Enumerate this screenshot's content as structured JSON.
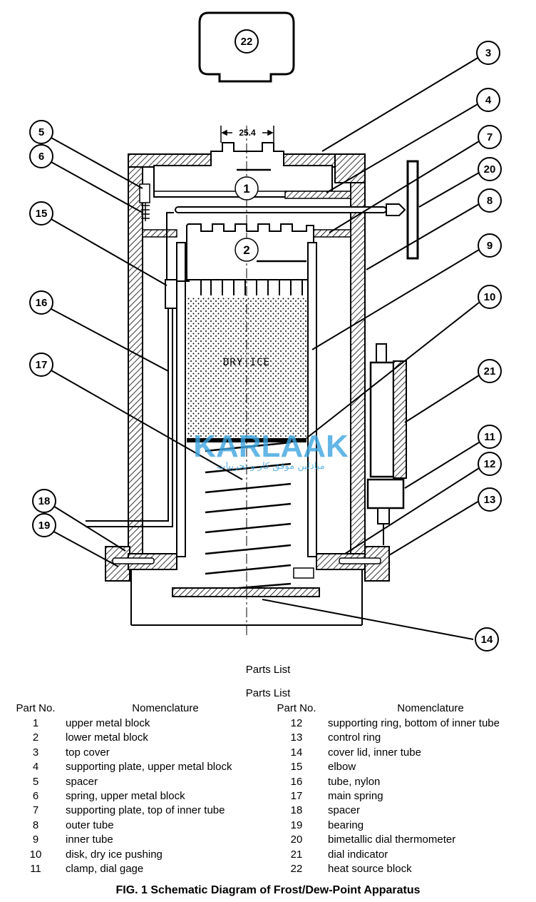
{
  "diagram": {
    "dimension_label": "25.4",
    "inner_labels": {
      "upper_block": "1",
      "lower_block": "2"
    },
    "dry_ice_label": "DRY ICE",
    "watermark": {
      "text": "KARLAAK",
      "subtext": "مبادلین موفق کار و تجربیات",
      "color": "#3da5e0",
      "accent": "#f0a020"
    },
    "callouts": [
      "22",
      "3",
      "4",
      "5",
      "6",
      "7",
      "20",
      "8",
      "15",
      "9",
      "16",
      "10",
      "17",
      "21",
      "11",
      "12",
      "18",
      "13",
      "19",
      "14"
    ]
  },
  "parts_list": {
    "title": "Parts List",
    "subtitle": "Parts List",
    "headers": {
      "part_no": "Part No.",
      "nomenclature": "Nomenclature"
    },
    "left": [
      {
        "no": "1",
        "name": "upper metal block"
      },
      {
        "no": "2",
        "name": "lower metal block"
      },
      {
        "no": "3",
        "name": "top cover"
      },
      {
        "no": "4",
        "name": "supporting plate, upper metal block"
      },
      {
        "no": "5",
        "name": "spacer"
      },
      {
        "no": "6",
        "name": "spring, upper metal block"
      },
      {
        "no": "7",
        "name": "supporting plate, top of inner tube"
      },
      {
        "no": "8",
        "name": "outer tube"
      },
      {
        "no": "9",
        "name": "inner tube"
      },
      {
        "no": "10",
        "name": "disk, dry ice pushing"
      },
      {
        "no": "11",
        "name": "clamp, dial gage"
      }
    ],
    "right": [
      {
        "no": "12",
        "name": "supporting ring, bottom of inner tube"
      },
      {
        "no": "13",
        "name": "control ring"
      },
      {
        "no": "14",
        "name": "cover lid, inner tube"
      },
      {
        "no": "15",
        "name": "elbow"
      },
      {
        "no": "16",
        "name": "tube, nylon"
      },
      {
        "no": "17",
        "name": "main spring"
      },
      {
        "no": "18",
        "name": "spacer"
      },
      {
        "no": "19",
        "name": "bearing"
      },
      {
        "no": "20",
        "name": "bimetallic dial thermometer"
      },
      {
        "no": "21",
        "name": "dial indicator"
      },
      {
        "no": "22",
        "name": "heat source block"
      }
    ]
  },
  "caption": "FIG. 1 Schematic Diagram of Frost/Dew-Point Apparatus"
}
